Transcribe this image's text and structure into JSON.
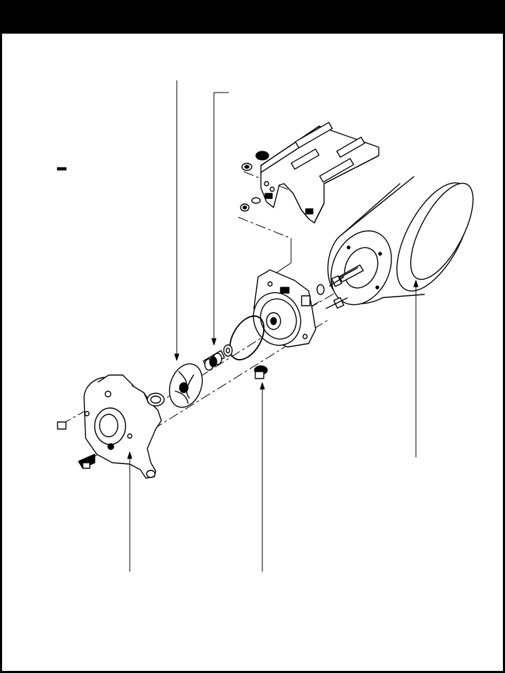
{
  "diagram": {
    "parts": [
      {
        "id": "pump-housing"
      },
      {
        "id": "impeller"
      },
      {
        "id": "mechanical-seal"
      },
      {
        "id": "o-ring"
      },
      {
        "id": "seal-plate-adapter"
      },
      {
        "id": "motor-mount-bracket"
      },
      {
        "id": "electric-motor"
      }
    ],
    "callouts": [
      {
        "id": "impeller-callout"
      },
      {
        "id": "seal-callout"
      },
      {
        "id": "motor-callout"
      },
      {
        "id": "housing-callout"
      },
      {
        "id": "o-ring-callout"
      }
    ],
    "colors": {
      "ink": "#000000",
      "paper": "#ffffff",
      "header": "#000000"
    }
  }
}
